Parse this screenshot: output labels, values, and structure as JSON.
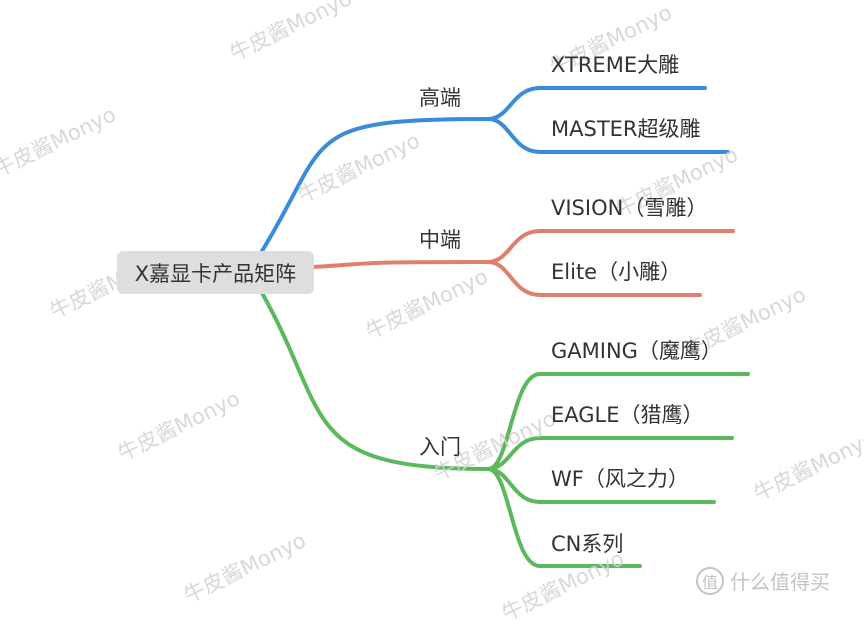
{
  "root": {
    "label": "X嘉显卡产品矩阵"
  },
  "branches": [
    {
      "label": "高端",
      "color": "#3a8bdc",
      "children": [
        "XTREME大雕",
        "MASTER超级雕"
      ]
    },
    {
      "label": "中端",
      "color": "#e07f6d",
      "children": [
        "VISION（雪雕）",
        "Elite（小雕）"
      ]
    },
    {
      "label": "入门",
      "color": "#5cb85c",
      "children": [
        "GAMING（魔鹰）",
        "EAGLE（猎鹰）",
        "WF（风之力）",
        "CN系列"
      ]
    }
  ],
  "watermark": {
    "text": "牛皮酱Monyo"
  },
  "corner_logo": {
    "icon_text": "值",
    "text": "什么值得买"
  }
}
